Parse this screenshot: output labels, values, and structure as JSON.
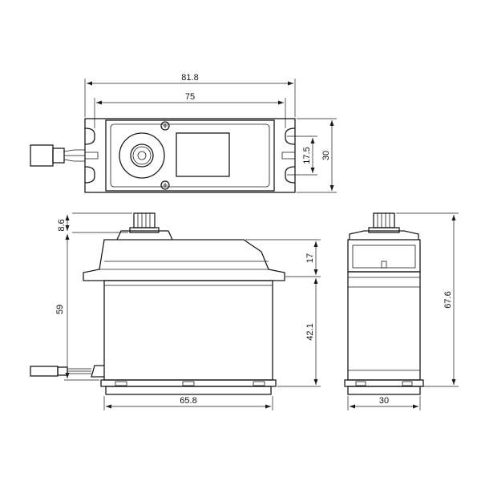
{
  "dimensions": {
    "top_overall_width": "81.8",
    "top_hole_spacing": "75",
    "top_inner_spacing": "17.5",
    "top_depth": "30",
    "front_spline_height": "8.6",
    "front_flange_to_case": "17",
    "front_total_height": "59",
    "front_case_height": "42.1",
    "front_body_length": "65.8",
    "side_overall_height": "67.6",
    "side_width": "30"
  }
}
